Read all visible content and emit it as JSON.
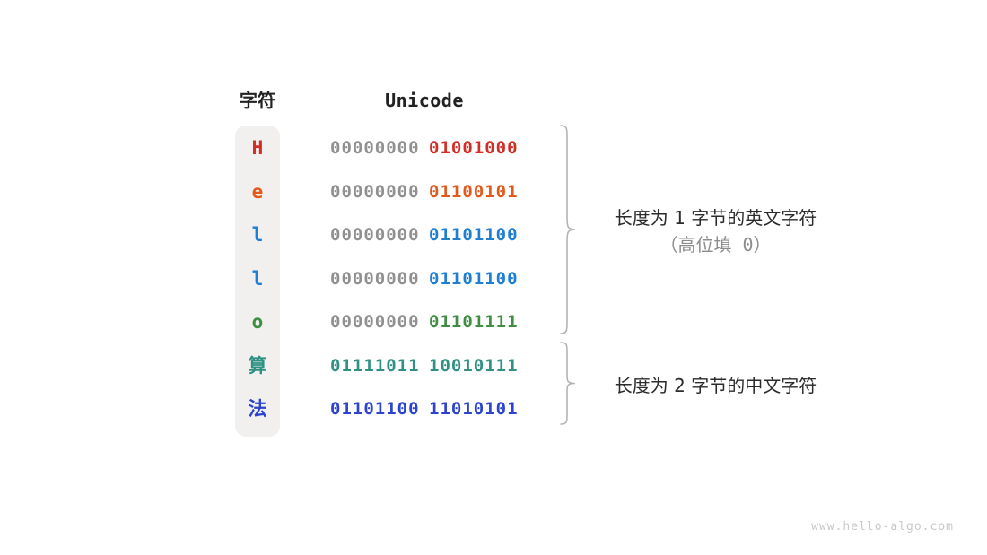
{
  "headers": {
    "character": "字符",
    "unicode": "Unicode"
  },
  "colors": {
    "red": "#d22d26",
    "orange": "#e2591b",
    "blue": "#1d7fd4",
    "green": "#3e8e41",
    "teal": "#2f9183",
    "indigo": "#2b43cf",
    "gray_bits": "#909090",
    "pill_bg": "#f1f0ee",
    "brace": "#b4b4b4",
    "label_dark": "#2b2b2b",
    "label_gray": "#8c8c8c",
    "watermark": "#c9c9c9"
  },
  "rows": [
    {
      "char": "H",
      "char_color": "red",
      "byte1": "00000000",
      "byte1_color": "gray_bits",
      "byte2": "01001000",
      "byte2_color": "red"
    },
    {
      "char": "e",
      "char_color": "orange",
      "byte1": "00000000",
      "byte1_color": "gray_bits",
      "byte2": "01100101",
      "byte2_color": "orange"
    },
    {
      "char": "l",
      "char_color": "blue",
      "byte1": "00000000",
      "byte1_color": "gray_bits",
      "byte2": "01101100",
      "byte2_color": "blue"
    },
    {
      "char": "l",
      "char_color": "blue",
      "byte1": "00000000",
      "byte1_color": "gray_bits",
      "byte2": "01101100",
      "byte2_color": "blue"
    },
    {
      "char": "o",
      "char_color": "green",
      "byte1": "00000000",
      "byte1_color": "gray_bits",
      "byte2": "01101111",
      "byte2_color": "green"
    },
    {
      "char": "算",
      "char_color": "teal",
      "byte1": "01111011",
      "byte1_color": "teal",
      "byte2": "10010111",
      "byte2_color": "teal"
    },
    {
      "char": "法",
      "char_color": "indigo",
      "byte1": "01101100",
      "byte1_color": "indigo",
      "byte2": "11010101",
      "byte2_color": "indigo"
    }
  ],
  "annotations": {
    "group1_line1": "长度为 1 字节的英文字符",
    "group1_line2": "（高位填 0）",
    "group2_line1": "长度为 2 字节的中文字符"
  },
  "watermark": "www.hello-algo.com"
}
